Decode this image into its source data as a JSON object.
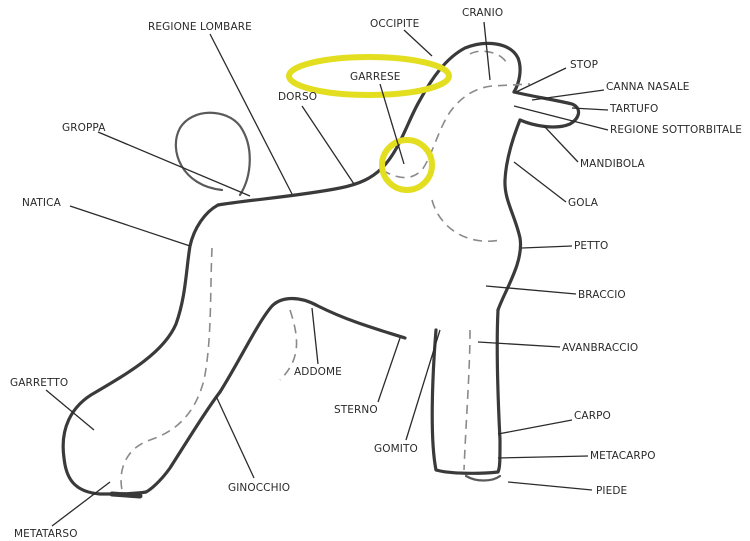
{
  "diagram": {
    "highlight_color": "#e3de1f",
    "labels": {
      "cranio": "CRANIO",
      "occipite": "OCCIPITE",
      "regione_lombare": "REGIONE LOMBARE",
      "stop": "STOP",
      "garrese": "GARRESE",
      "canna_nasale": "CANNA NASALE",
      "dorso": "DORSO",
      "tartufo": "TARTUFO",
      "regione_sottorbitale": "REGIONE SOTTORBITALE",
      "groppa": "GROPPA",
      "mandibola": "MANDIBOLA",
      "natica": "NATICA",
      "gola": "GOLA",
      "petto": "PETTO",
      "braccio": "BRACCIO",
      "avanbraccio": "AVANBRACCIO",
      "addome": "ADDOME",
      "garretto": "GARRETTO",
      "sterno": "STERNO",
      "carpo": "CARPO",
      "gomito": "GOMITO",
      "metacarpo": "METACARPO",
      "ginocchio": "GINOCCHIO",
      "piede": "PIEDE",
      "metatarso": "METATARSO"
    }
  }
}
